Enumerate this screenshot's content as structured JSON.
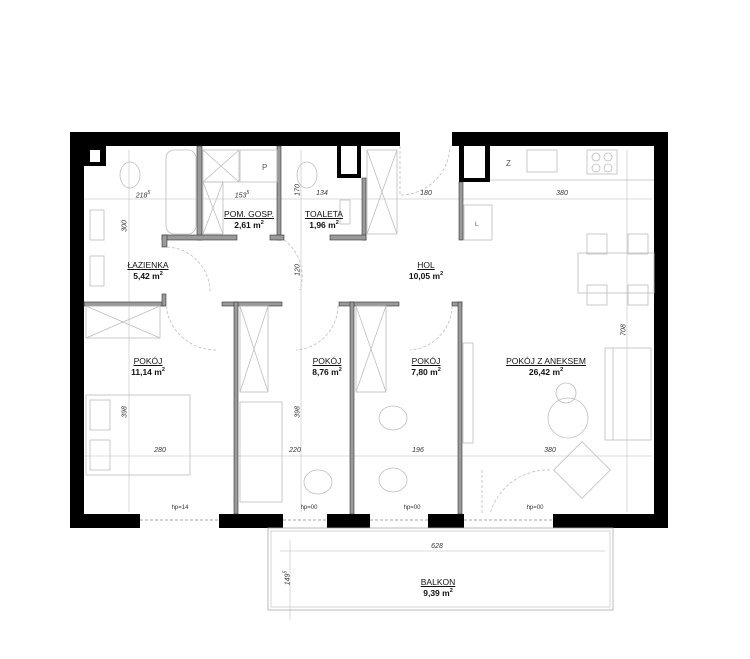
{
  "plan": {
    "rooms": [
      {
        "id": "lazienka",
        "name": "ŁAZIENKA",
        "area": "5,42 m",
        "area_unit_sup": "2"
      },
      {
        "id": "pom_gosp",
        "name": "POM. GOSP.",
        "area": "2,61 m",
        "area_unit_sup": "2"
      },
      {
        "id": "toaleta",
        "name": "TOALETA",
        "area": "1,96 m",
        "area_unit_sup": "2"
      },
      {
        "id": "hol",
        "name": "HOL",
        "area": "10,05 m",
        "area_unit_sup": "2"
      },
      {
        "id": "pokoj1",
        "name": "POKÓJ",
        "area": "11,14 m",
        "area_unit_sup": "2"
      },
      {
        "id": "pokoj2",
        "name": "POKÓJ",
        "area": "8,76 m",
        "area_unit_sup": "2"
      },
      {
        "id": "pokoj3",
        "name": "POKÓJ",
        "area": "7,80 m",
        "area_unit_sup": "2"
      },
      {
        "id": "pokoj_aneks",
        "name": "POKÓJ Z ANEKSEM",
        "area": "26,42 m",
        "area_unit_sup": "2"
      },
      {
        "id": "balkon",
        "name": "BALKON",
        "area": "9,39 m",
        "area_unit_sup": "2"
      }
    ],
    "dimensions": {
      "top_row": [
        {
          "value": "218",
          "sup": "5"
        },
        {
          "value": "153",
          "sup": "5"
        },
        {
          "value": "134",
          "sup": ""
        },
        {
          "value": "180",
          "sup": ""
        },
        {
          "value": "380",
          "sup": ""
        }
      ],
      "bottom_row": [
        {
          "value": "280"
        },
        {
          "value": "220"
        },
        {
          "value": "196"
        },
        {
          "value": "380"
        }
      ],
      "vertical": [
        {
          "value": "300"
        },
        {
          "value": "170"
        },
        {
          "value": "120"
        },
        {
          "value": "398"
        },
        {
          "value": "398"
        },
        {
          "value": "708"
        }
      ],
      "balcony_width": "628",
      "balcony_depth": {
        "value": "149",
        "sup": "5"
      }
    },
    "window_sills": [
      "hp=14",
      "hp=00",
      "hp=00",
      "hp=00"
    ],
    "fixture_marks": {
      "pralka": "P",
      "zlew": "Z",
      "lodowka": "L"
    },
    "colors": {
      "wall_outer": "#000000",
      "wall_inner": "#9a9a9a",
      "furniture": "#bdbdbd",
      "dimension_line": "#c8c8c8",
      "text": "#111111"
    }
  }
}
